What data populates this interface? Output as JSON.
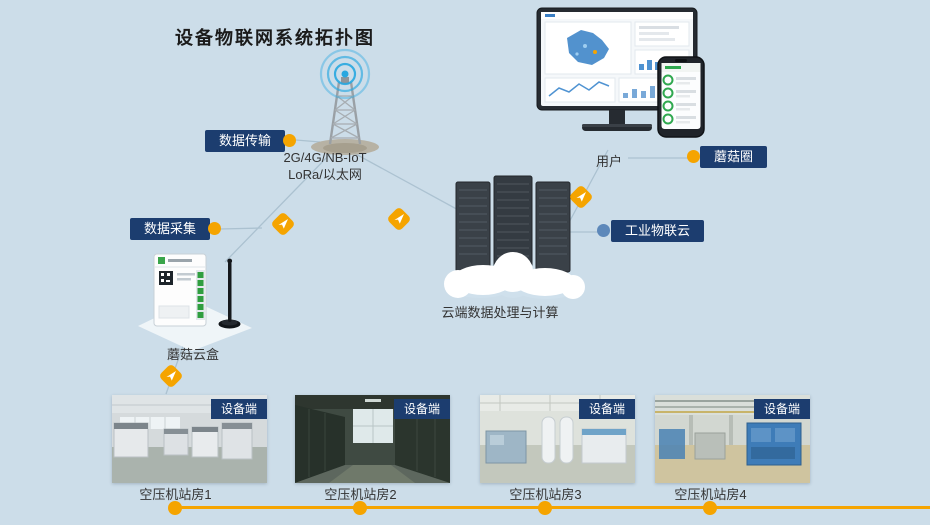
{
  "title": "设备物联网系统拓扑图",
  "colors": {
    "background": "#ccdde9",
    "label_navy": "#1c3d6f",
    "accent_orange": "#f5a400",
    "signal_blue": "#28a7e0",
    "connector_blue_dot": "#5d88ba"
  },
  "labels": {
    "data_transmission": "数据传输",
    "data_collection": "数据采集",
    "network_line1": "2G/4G/NB-IoT",
    "network_line2": "LoRa/以太网",
    "user": "用户",
    "mushroom_circle": "蘑菇圈",
    "industrial_cloud": "工业物联云",
    "cloud_processing": "云端数据处理与计算",
    "gateway": "蘑菇云盒",
    "device_side": "设备端"
  },
  "stations": [
    {
      "name": "空压机站房1"
    },
    {
      "name": "空压机站房2"
    },
    {
      "name": "空压机站房3"
    },
    {
      "name": "空压机站房4"
    }
  ]
}
